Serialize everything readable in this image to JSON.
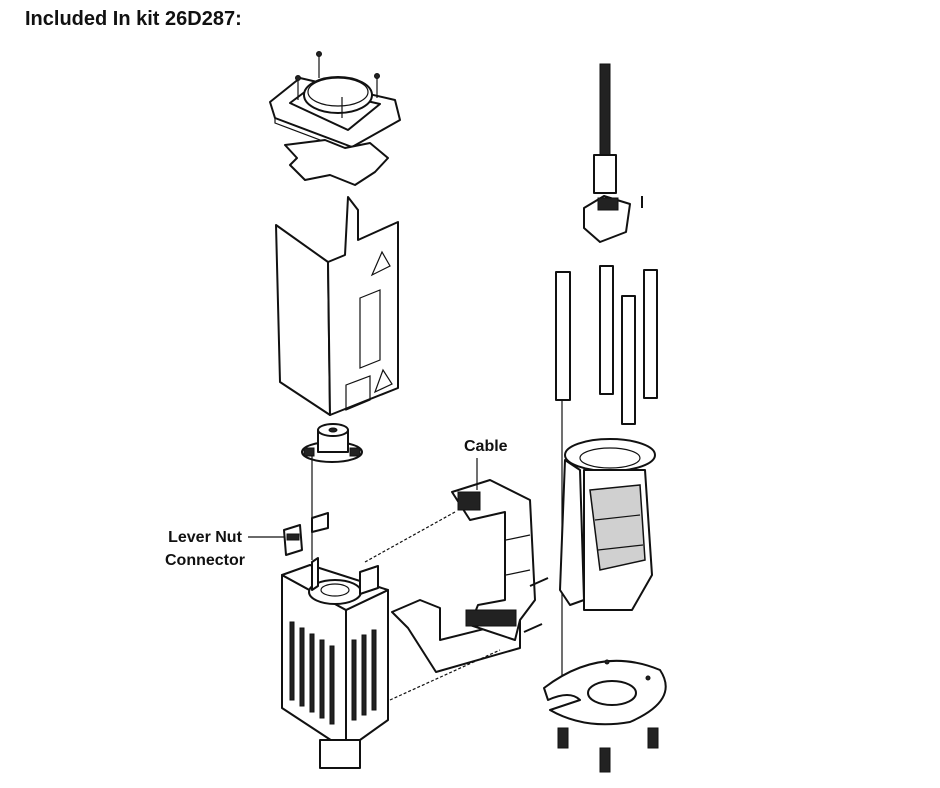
{
  "title": "Included In kit 26D287:",
  "callouts": {
    "cable": "Cable",
    "lever_nut_line1": "Lever Nut",
    "lever_nut_line2": "Connector"
  }
}
